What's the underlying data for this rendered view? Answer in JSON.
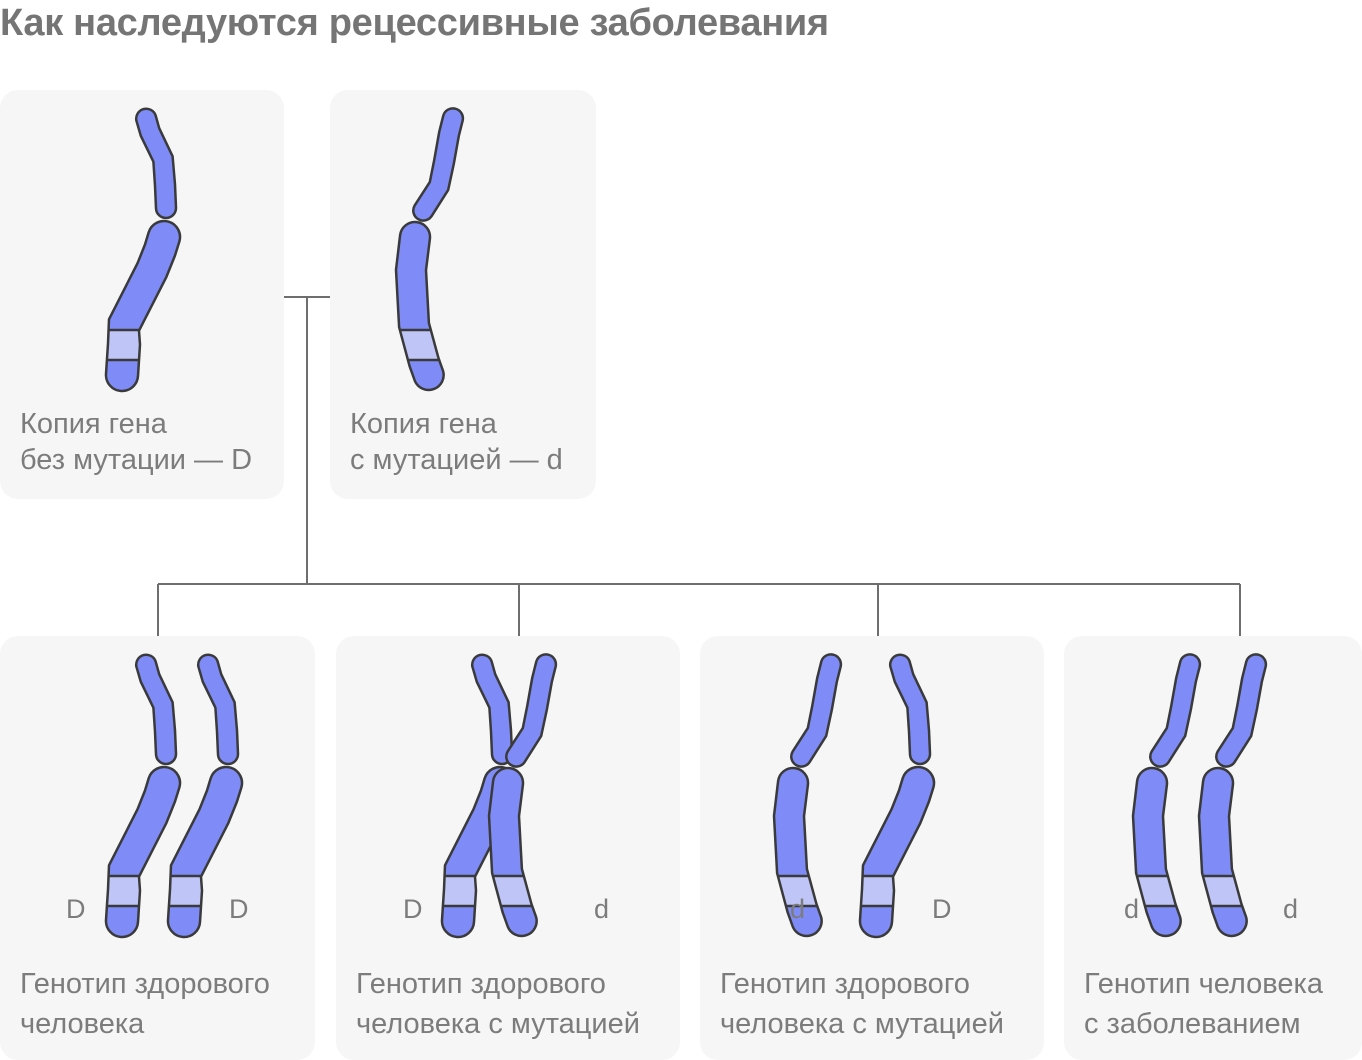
{
  "title": "Как наследуются рецессивные заболевания",
  "parents": [
    {
      "line1": "Копия гена",
      "line2": "без мутации — D"
    },
    {
      "line1": "Копия гена",
      "line2": "с мутацией — d"
    }
  ],
  "offspring": [
    {
      "left_allele": "D",
      "right_allele": "D",
      "line1": "Генотип здорового",
      "line2": "человека"
    },
    {
      "left_allele": "D",
      "right_allele": "d",
      "line1": "Генотип здорового",
      "line2": "человека с мутацией"
    },
    {
      "left_allele": "d",
      "right_allele": "D",
      "line1": "Генотип здорового",
      "line2": "человека с мутацией"
    },
    {
      "left_allele": "d",
      "right_allele": "d",
      "line1": "Генотип человека",
      "line2": "с заболеванием"
    }
  ],
  "colors": {
    "chromosome": "#7f8cf7",
    "band": "#bfc5f7",
    "outline": "#3a3a3a",
    "card": "#f6f6f6",
    "connector": "#6e6e6e",
    "text": "#7c7c7c",
    "title": "#757575"
  }
}
